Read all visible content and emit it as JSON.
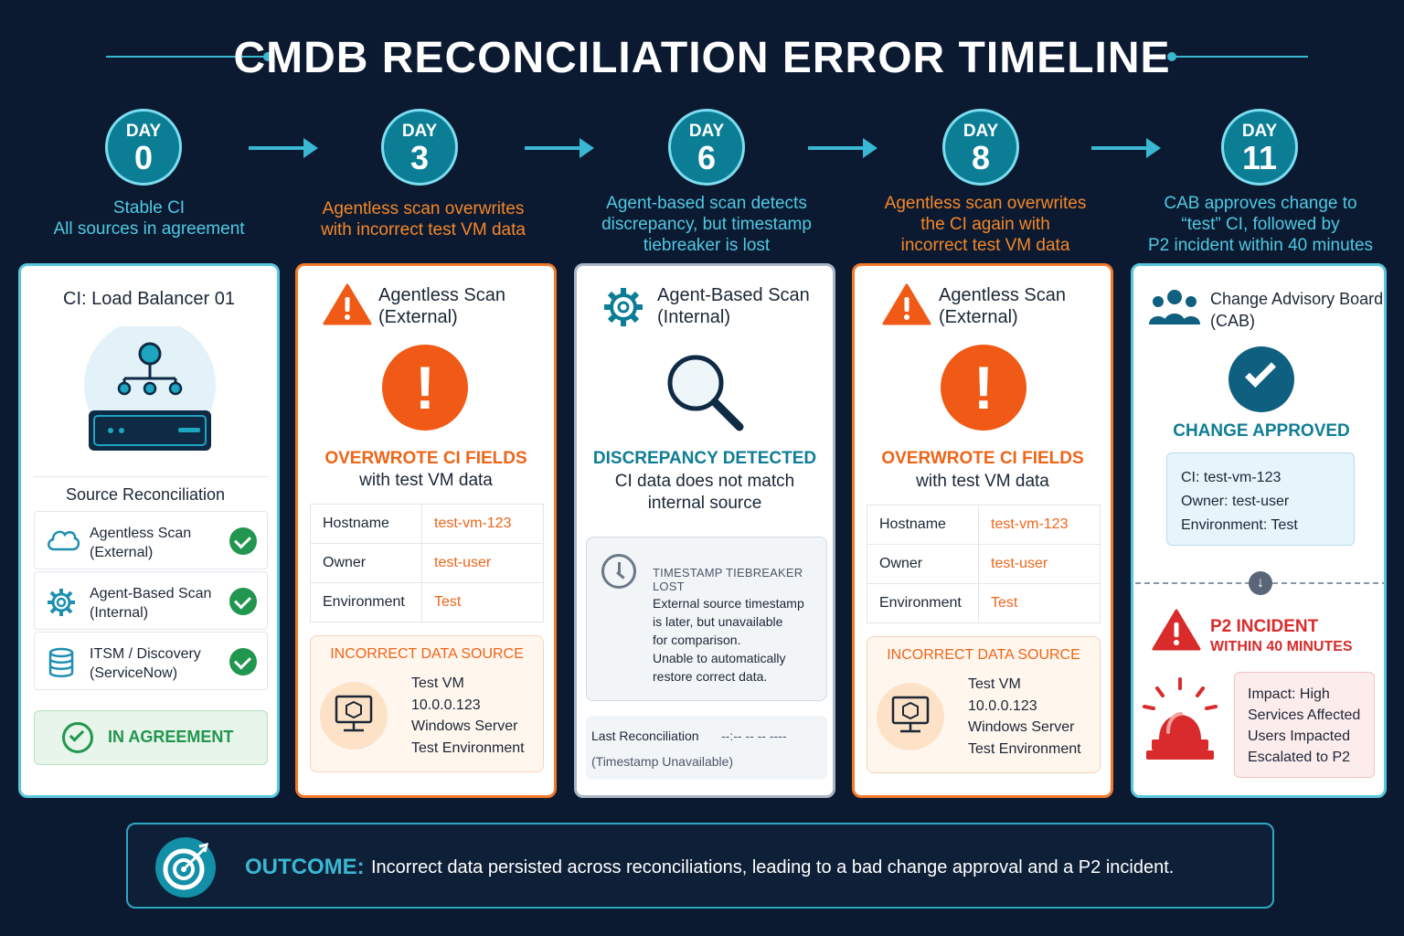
{
  "title": "CMDB RECONCILIATION ERROR TIMELINE",
  "colors": {
    "teal": "#0b7e95",
    "accent": "#3ab7d3",
    "orange": "#f05a16",
    "red": "#d92b2b",
    "green": "#20964e",
    "background": "#0b1a30"
  },
  "days": [
    {
      "label": "DAY",
      "num": "0",
      "caption": [
        "Stable CI",
        "All sources in agreement"
      ]
    },
    {
      "label": "DAY",
      "num": "3",
      "caption": [
        "Agentless scan overwrites",
        "with incorrect test VM data"
      ]
    },
    {
      "label": "DAY",
      "num": "6",
      "caption": [
        "Agent-based scan detects",
        "discrepancy, but timestamp",
        "tiebreaker is lost"
      ]
    },
    {
      "label": "DAY",
      "num": "8",
      "caption": [
        "Agentless scan overwrites",
        "the CI again with",
        "incorrect test VM data"
      ]
    },
    {
      "label": "DAY",
      "num": "11",
      "caption": [
        "CAB approves change to",
        "“test” CI, followed by",
        "P2 incident within 40 minutes"
      ]
    }
  ],
  "card0": {
    "title": "CI: Load Balancer 01",
    "section": "Source Reconciliation",
    "sources": [
      {
        "icon": "cloud-icon",
        "line1": "Agentless Scan",
        "line2": "(External)"
      },
      {
        "icon": "gear-icon",
        "line1": "Agent-Based Scan",
        "line2": "(Internal)"
      },
      {
        "icon": "database-icon",
        "line1": "ITSM / Discovery",
        "line2": "(ServiceNow)"
      }
    ],
    "status": "IN AGREEMENT"
  },
  "card1": {
    "title1": "Agentless Scan",
    "title2": "(External)",
    "headline": "OVERWROTE CI FIELDS",
    "sub": "with test VM data",
    "rows": [
      {
        "k": "Hostname",
        "v": "test-vm-123"
      },
      {
        "k": "Owner",
        "v": "test-user"
      },
      {
        "k": "Environment",
        "v": "Test"
      }
    ],
    "source_title": "INCORRECT DATA SOURCE",
    "source_lines": [
      "Test VM",
      "10.0.0.123",
      "Windows Server",
      "Test Environment"
    ]
  },
  "card2": {
    "title1": "Agent-Based Scan",
    "title2": "(Internal)",
    "headline": "DISCREPANCY DETECTED",
    "sub1": "CI data does not match",
    "sub2": "internal source",
    "ts_title": "TIMESTAMP TIEBREAKER LOST",
    "ts_lines": [
      "External source timestamp",
      "is later, but unavailable",
      "for comparison.",
      "Unable to automatically",
      "restore correct data."
    ],
    "last_label": "Last Reconciliation",
    "last_value": "--:-- -- -- ----",
    "last_note": "(Timestamp Unavailable)"
  },
  "card3": {
    "title1": "Agentless Scan",
    "title2": "(External)",
    "headline": "OVERWROTE CI FIELDS",
    "sub": "with test VM data",
    "rows": [
      {
        "k": "Hostname",
        "v": "test-vm-123"
      },
      {
        "k": "Owner",
        "v": "test-user"
      },
      {
        "k": "Environment",
        "v": "Test"
      }
    ],
    "source_title": "INCORRECT DATA SOURCE",
    "source_lines": [
      "Test VM",
      "10.0.0.123",
      "Windows Server",
      "Test Environment"
    ]
  },
  "card4": {
    "title1": "Change Advisory Board",
    "title2": "(CAB)",
    "headline": "CHANGE APPROVED",
    "ci_lines": [
      "CI: test-vm-123",
      "Owner: test-user",
      "Environment: Test"
    ],
    "incident1": "P2 INCIDENT",
    "incident2": "WITHIN 40 MINUTES",
    "impact_lines": [
      "Impact: High",
      "Services Affected",
      "Users Impacted",
      "Escalated to P2"
    ]
  },
  "outcome": {
    "label": "OUTCOME:",
    "text": "Incorrect data persisted across reconciliations, leading to a bad change approval and a P2 incident."
  }
}
